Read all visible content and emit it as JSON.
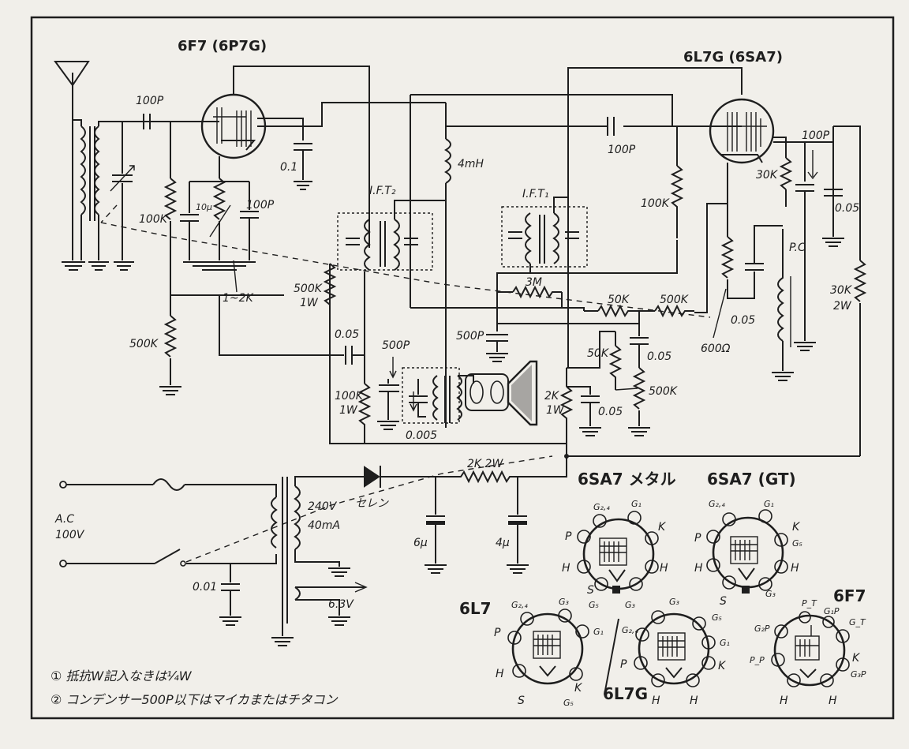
{
  "tubes": {
    "converter": "6L7G (6SA7)",
    "detector": "6F7 (6P7G)"
  },
  "labels": {
    "ift2": "I.F.T₂",
    "ift1": "I.F.T₁",
    "c100p_in": "100P",
    "c100p_osc": "100P",
    "c100p_ift": "100P",
    "c100p_pc": "100P",
    "c01": "0.1",
    "c10u": "10μ",
    "r100k_a": "100K",
    "r100k_b": "100K",
    "r500k_a": "500K",
    "r500k_1w": "500K",
    "w1w_a": "1W",
    "r1_2k": "1~2K",
    "l4mh": "4mH",
    "r3m": "3M",
    "r30k": "30K",
    "c005_a": "0.05",
    "r50k_a": "50K",
    "r500k_b": "500K",
    "c005_b": "0.05",
    "c005_c": "0.05",
    "pc": "P.C",
    "r30k_2w": "30K",
    "w2w": "2W",
    "imp600": "600Ω",
    "c500p_a": "500P",
    "c500p_b": "500P",
    "r50k_b": "50K",
    "c005_d": "0.05",
    "r500k_c": "500K",
    "r100k_1w": "100K",
    "w1w_b": "1W",
    "r2k_1w": "2K",
    "w1w_c": "1W",
    "c0005": "0.005",
    "c005_e": "0.05",
    "r2k2w": "2K 2W",
    "selen": "セレン",
    "v240": "240V",
    "ma40": "40mA",
    "ac": "A.C",
    "ac100": "100V",
    "c6u": "6μ",
    "c4u": "4μ",
    "c001": "0.01",
    "v63": "6.3V"
  },
  "bases": {
    "sa7_metal_title": "6SA7 メタル",
    "sa7_gt_title": "6SA7 (GT)",
    "l7_title": "6L7",
    "l7g_title": "6L7G",
    "f7_title": "6F7",
    "sa7_metal_pins": [
      "G₂,₄",
      "G₁",
      "P",
      "K",
      "H",
      "H",
      "S",
      "G₅",
      "G₃"
    ],
    "sa7_gt_pins": [
      "G₂,₄",
      "G₁",
      "P",
      "K",
      "G₅",
      "H",
      "H",
      "S",
      "G₃"
    ],
    "l7_pins": [
      "G₂,₄",
      "G₃",
      "P",
      "G₁",
      "H",
      "S",
      "K",
      "G₅"
    ],
    "l7g_pins": [
      "G₃",
      "G₂,₄",
      "G₅",
      "G₁",
      "P",
      "K",
      "H",
      "H"
    ],
    "f7_pins": [
      "P_T",
      "G₁P",
      "G₂P",
      "G_T",
      "P_P",
      "K",
      "G₃P",
      "H",
      "H"
    ]
  },
  "notes": {
    "n1": "① 抵抗W記入なきは¼W",
    "n2": "② コンデンサー500P以下はマイカまたはチタコン"
  }
}
